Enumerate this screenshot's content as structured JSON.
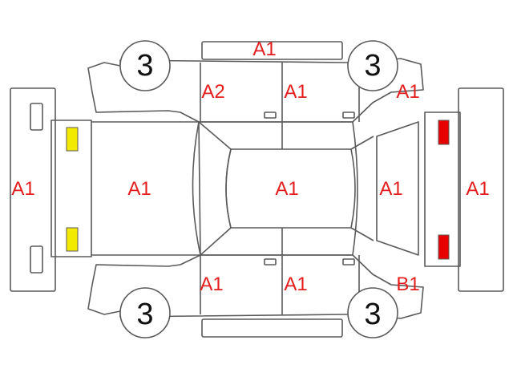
{
  "colors": {
    "outline": "#5a5a5a",
    "label": "#e41e1e",
    "front_light": "#f2ea00",
    "rear_light": "#e80000"
  },
  "tires": {
    "front_left": "3",
    "front_right": "3",
    "rear_left": "3",
    "rear_right": "3"
  },
  "panels": {
    "roof": "A1",
    "hood": "A1",
    "trunk": "A1",
    "front_bumper": "A1",
    "rear_bumper": "A1",
    "upper_front_door": "A2",
    "upper_rear_door": "A1",
    "upper_rear_fender": "A1",
    "upper_rocker": "A1",
    "lower_front_door": "A1",
    "lower_rear_door": "A1",
    "lower_rear_fender": "B1"
  }
}
